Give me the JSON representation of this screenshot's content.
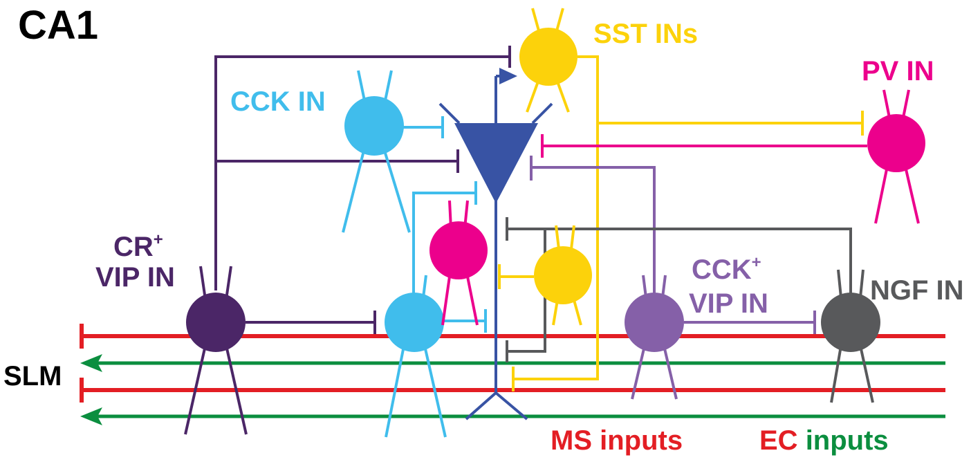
{
  "region": "CA1",
  "layer": "SLM",
  "labels": {
    "sst": "SST INs",
    "pv": "PV IN",
    "cck": "CCK IN",
    "cr_line1": "CR",
    "cr_sup": "+",
    "cr_line2": "VIP IN",
    "cckvip_line1": "CCK",
    "cckvip_sup": "+",
    "cckvip_line2": "VIP IN",
    "ngf": "NGF IN"
  },
  "legend": {
    "ms": "MS inputs",
    "ec_1": "EC",
    "ec_2": " inputs"
  },
  "colors": {
    "pyramidal": "#3853a4",
    "sst": "#fcd20b",
    "pv": "#ec008c",
    "cck": "#40bdec",
    "cr_vip": "#4b2667",
    "cck_vip": "#8560a8",
    "ngf": "#58595b",
    "ms": "#e31e24",
    "ec": "#0b8e3f"
  }
}
